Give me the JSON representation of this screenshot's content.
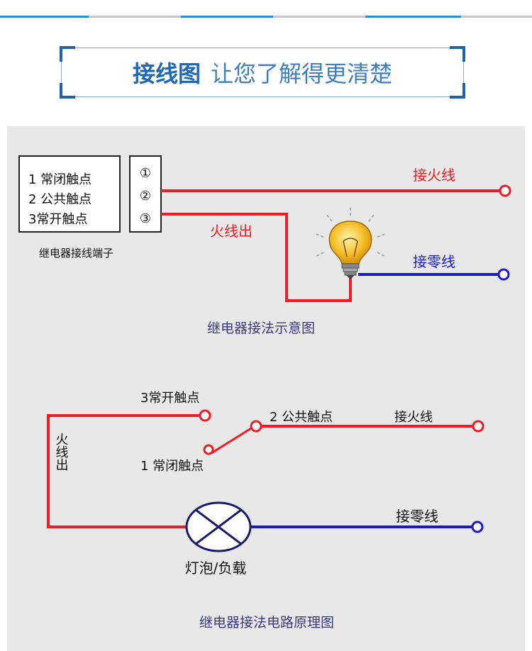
{
  "header": {
    "title_strong": "接线图",
    "title_rest": "让您了解得更清楚"
  },
  "colors": {
    "live_wire": "#ee1c24",
    "neutral_wire": "#1a1acc",
    "title_blue": "#2370b8",
    "panel_bg": "#e8e8e8",
    "caption": "#3a3a7a"
  },
  "diagram1": {
    "legend_lines": [
      "1 常闭触点",
      "2 公共触点",
      "3常开触点"
    ],
    "terminals": [
      "①",
      "②",
      "③"
    ],
    "terminal_label": "继电器接线端子",
    "live_in_label": "接火线",
    "live_out_label": "火线出",
    "neutral_label": "接零线",
    "caption": "继电器接法示意图"
  },
  "diagram2": {
    "no_contact_label": "3常开触点",
    "common_label": "2 公共触点",
    "live_label": "接火线",
    "nc_contact_label": "1 常闭触点",
    "live_out_label": "火线出",
    "neutral_label": "接零线",
    "load_label": "灯泡/负载",
    "caption": "继电器接法电路原理图"
  }
}
